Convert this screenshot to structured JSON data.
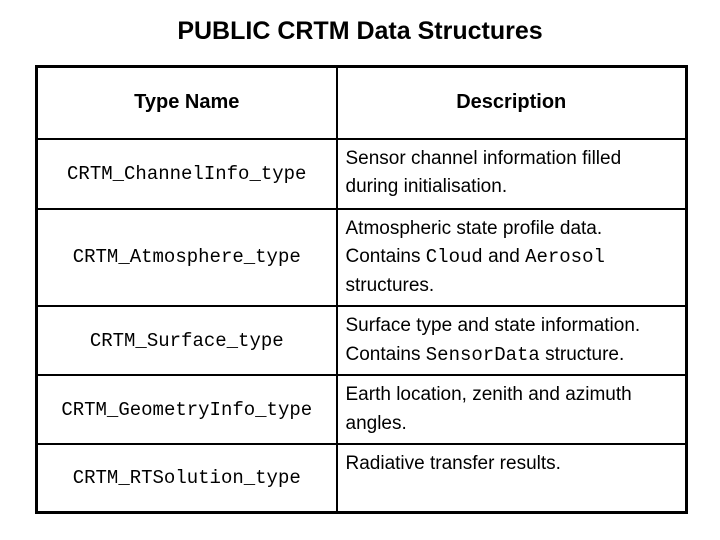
{
  "slide": {
    "title": "PUBLIC CRTM Data Structures"
  },
  "colors": {
    "background": "#ffffff",
    "text": "#000000",
    "border": "#000000"
  },
  "table": {
    "headers": {
      "type_name": "Type Name",
      "description": "Description"
    },
    "rows": [
      {
        "type_name": "CRTM_ChannelInfo_type",
        "description": [
          {
            "text": "Sensor channel information filled during initialisation.",
            "mono": false
          }
        ]
      },
      {
        "type_name": "CRTM_Atmosphere_type",
        "description": [
          {
            "text": "Atmospheric state profile data. Contains ",
            "mono": false
          },
          {
            "text": "Cloud",
            "mono": true
          },
          {
            "text": " and ",
            "mono": false
          },
          {
            "text": "Aerosol",
            "mono": true
          },
          {
            "text": " structures.",
            "mono": false
          }
        ]
      },
      {
        "type_name": "CRTM_Surface_type",
        "description": [
          {
            "text": "Surface type and state information. Contains ",
            "mono": false
          },
          {
            "text": "SensorData",
            "mono": true
          },
          {
            "text": " structure.",
            "mono": false
          }
        ]
      },
      {
        "type_name": "CRTM_GeometryInfo_type",
        "description": [
          {
            "text": "Earth location, zenith and azimuth angles.",
            "mono": false
          }
        ]
      },
      {
        "type_name": "CRTM_RTSolution_type",
        "description": [
          {
            "text": "Radiative transfer results.",
            "mono": false
          }
        ]
      }
    ]
  }
}
